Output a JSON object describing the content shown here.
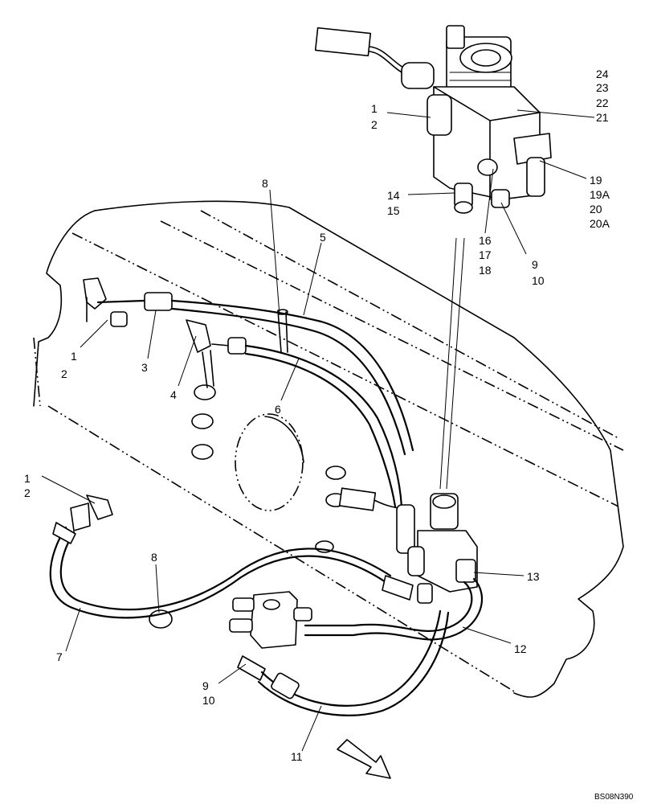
{
  "callouts": {
    "c24": "24",
    "c23": "23",
    "c22": "22",
    "c21": "21",
    "c19": "19",
    "c19a": "19A",
    "c20": "20",
    "c20a": "20A",
    "c1_top": "1",
    "c2_top": "2",
    "c14": "14",
    "c15": "15",
    "c16": "16",
    "c17": "17",
    "c18": "18",
    "c9_top": "9",
    "c10_top": "10",
    "c8_top": "8",
    "c5": "5",
    "c1_mid": "1",
    "c2_mid": "2",
    "c3": "3",
    "c4": "4",
    "c6": "6",
    "c1_low": "1",
    "c2_low": "2",
    "c8_low": "8",
    "c7": "7",
    "c13": "13",
    "c12": "12",
    "c9_low": "9",
    "c10_low": "10",
    "c11": "11"
  },
  "reference_code": "BS08N390",
  "colors": {
    "ink": "#000000",
    "paper": "#ffffff"
  }
}
